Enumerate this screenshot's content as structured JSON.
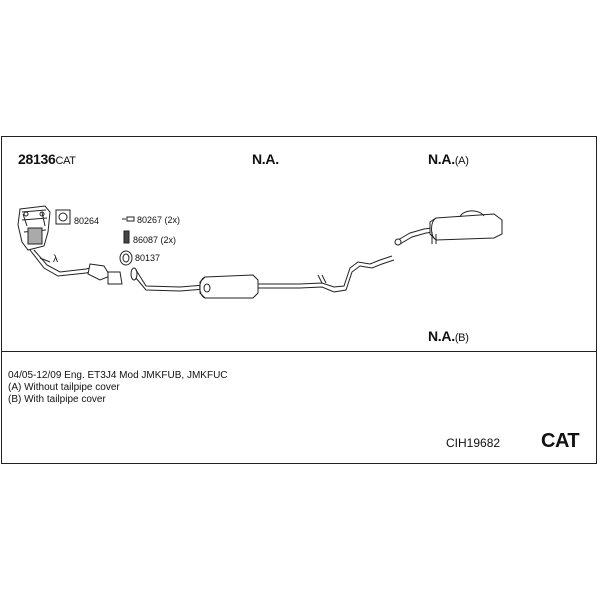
{
  "header": {
    "part_main": "28136",
    "part_main_suffix": "CAT",
    "mid_label": "N.A.",
    "right_label_a": "N.A.",
    "right_label_a_suffix": "(A)",
    "right_label_b": "N.A.",
    "right_label_b_suffix": "(B)"
  },
  "parts": [
    {
      "id": "80264"
    },
    {
      "id": "80267 (2x)"
    },
    {
      "id": "86087 (2x)"
    },
    {
      "id": "80137"
    }
  ],
  "notes": {
    "application": "04/05-12/09   Eng. ET3J4   Mod JMKFUB, JMKFUC",
    "note_a": "(A) Without tailpipe cover",
    "note_b": "(B) With tailpipe cover"
  },
  "footer": {
    "kit_code": "CIH19682",
    "category": "CAT"
  },
  "symbols": {
    "lambda": "λ"
  }
}
